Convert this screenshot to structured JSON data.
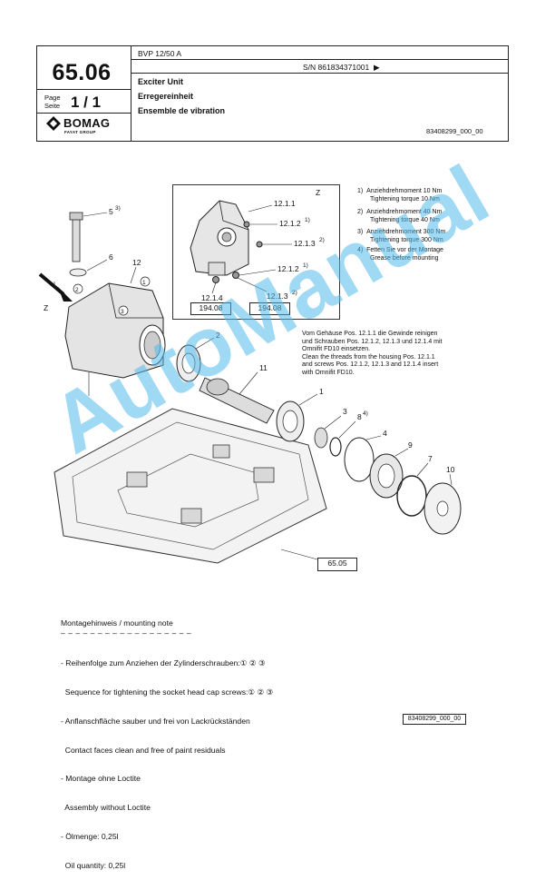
{
  "header": {
    "page_number": "65.06",
    "page_label": "Page",
    "seite_label": "Seite",
    "page_value": "1 / 1",
    "brand": "BOMAG",
    "brand_sub": "FAYAT GROUP",
    "model": "BVP 12/50 A",
    "serial": "S/N 861834371001",
    "serial_arrow": "▶",
    "title_en": "Exciter Unit",
    "title_de": "Erregereinheit",
    "title_fr": "Ensemble de vibration",
    "doc_code": "83408299_000_00"
  },
  "torque_notes": [
    {
      "num": "1)",
      "de": "Anziehdrehmoment 10 Nm",
      "en": "Tightening torque 10 Nm"
    },
    {
      "num": "2)",
      "de": "Anziehdrehmoment 40 Nm",
      "en": "Tightening torque 40 Nm"
    },
    {
      "num": "3)",
      "de": "Anziehdrehmoment 300 Nm",
      "en": "Tightening torque 300 Nm"
    },
    {
      "num": "4)",
      "de": "Fetten Sie vor der Montage",
      "en": "Grease before mounting"
    }
  ],
  "detail": {
    "view_label": "Z",
    "callouts": [
      "12.1.1",
      "12.1.2",
      "1)",
      "12.1.3",
      "2)",
      "12.1.2",
      "1)",
      "12.1.4",
      "12.1.3",
      "2)"
    ],
    "refs": [
      "194.08",
      "194.08"
    ]
  },
  "housing_note": [
    "Vom Gehäuse Pos. 12.1.1 die Gewinde reinigen",
    "und Schrauben Pos. 12.1.2, 12.1.3 und 12.1.4 mit",
    "Omnifit FD10 einsetzen.",
    "Clean the threads from the housing Pos. 12.1.1",
    "and screws Pos. 12.1.2, 12.1.3 and 12.1.4 insert",
    "with Omnifit FD10."
  ],
  "main_callouts": {
    "c5": "5",
    "c5s": "3)",
    "c6": "6",
    "c12": "12",
    "c2": "2",
    "c11": "11",
    "c1": "1",
    "c3": "3",
    "c8": "8",
    "c8s": "4)",
    "c4": "4",
    "c9": "9",
    "c7": "7",
    "c10": "10",
    "z": "Z",
    "mark1": "1",
    "mark2": "2",
    "mark3": "3"
  },
  "ref_main": "65.05",
  "mounting": {
    "heading": "Montagehinweis / mounting note",
    "dashes": "– – – – – – – – – – – – – – – – – –",
    "lines": [
      "- Reihenfolge zum Anziehen der Zylinderschrauben:① ② ③",
      "  Sequence for tightening the socket head cap screws:① ② ③",
      "- Anflanschfläche sauber und frei von Lackrückständen",
      "  Contact faces clean and free of paint residuals",
      "- Montage ohne Loctite",
      "  Assembly without Loctite",
      "- Ölmenge: 0,25l",
      "  Oil quantity: 0,25l"
    ]
  },
  "footer_code": "83408299_000_00",
  "watermark": "AutoManual"
}
